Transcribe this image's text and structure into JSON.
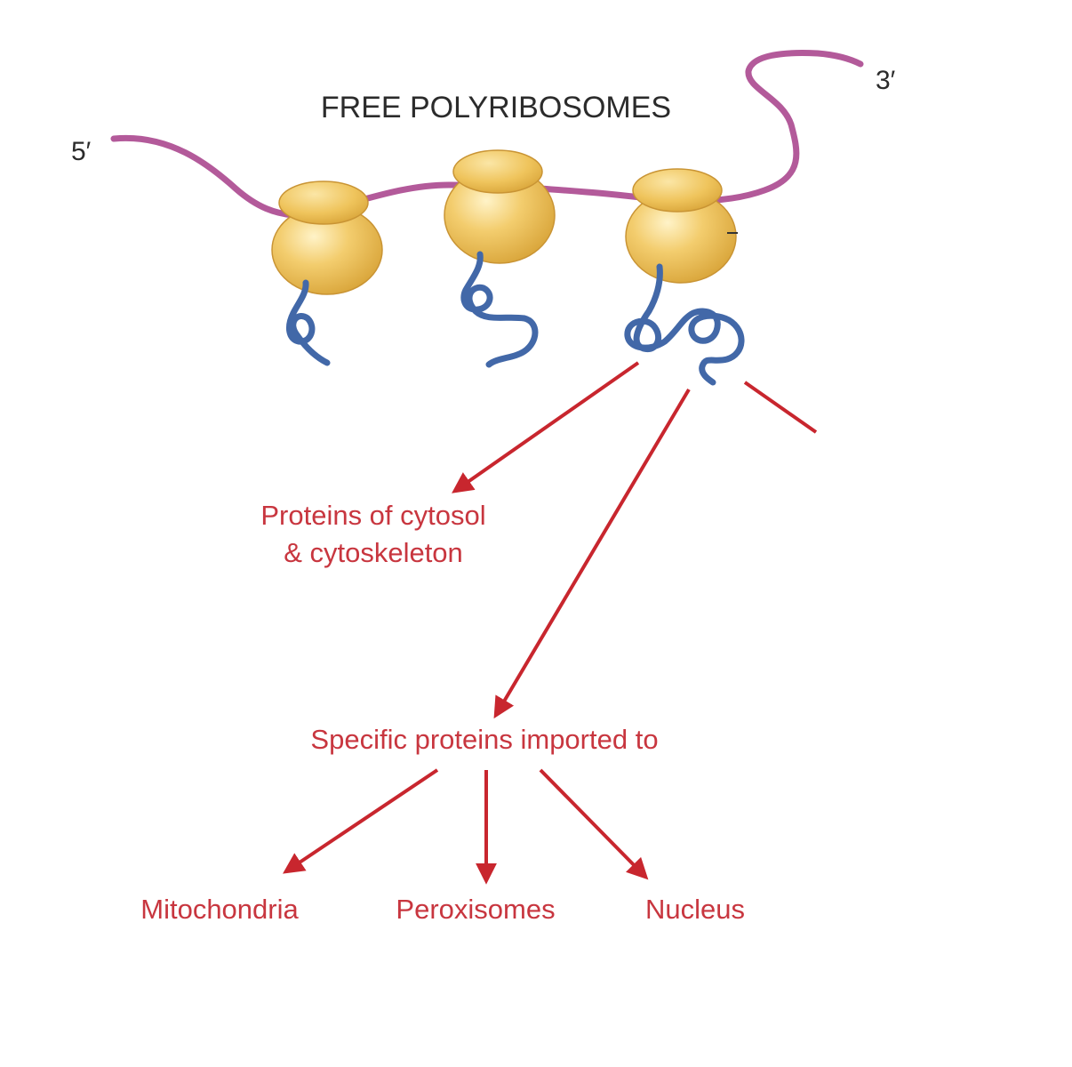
{
  "title": "FREE POLYRIBOSOMES",
  "mrna": {
    "five_prime": "5′",
    "three_prime": "3′"
  },
  "destinations": {
    "cytosol_line1": "Proteins of cytosol",
    "cytosol_line2": "& cytoskeleton",
    "imported": "Specific proteins imported to",
    "mitochondria": "Mitochondria",
    "peroxisomes": "Peroxisomes",
    "nucleus": "Nucleus"
  },
  "colors": {
    "mrna": "#b35a9a",
    "ribosome": "#f0c560",
    "protein": "#4268a8",
    "arrow": "#c8262e",
    "label_red": "#c8363f"
  }
}
